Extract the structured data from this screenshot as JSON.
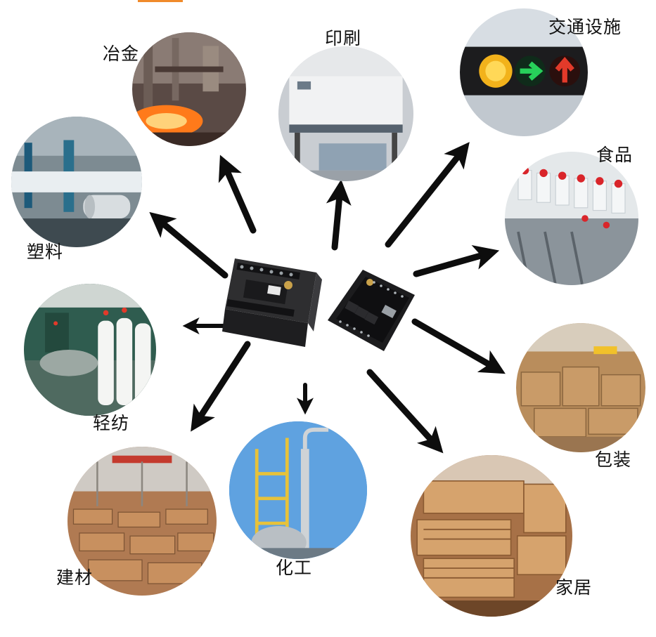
{
  "labels": {
    "metallurgy": "冶金",
    "printing": "印刷",
    "traffic": "交通设施",
    "food": "食品",
    "plastics": "塑料",
    "textiles": "轻纺",
    "packaging": "包装",
    "building": "建材",
    "chemical": "化工",
    "furniture": "家居"
  },
  "colors": {
    "arrow": "#0d0d0d",
    "accent": "#f08a2a",
    "traffic_yellow": "#f2b21b",
    "traffic_green": "#27d05a",
    "traffic_red": "#e23a2a"
  }
}
